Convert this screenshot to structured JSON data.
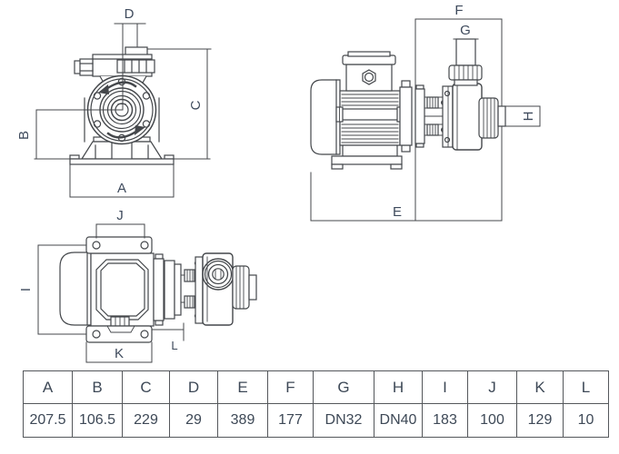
{
  "drawing": {
    "title": "pump-dimension-drawing",
    "line_color": "#44474b",
    "label_color": "#3e4a5c",
    "labels": {
      "A": "A",
      "B": "B",
      "C": "C",
      "D": "D",
      "E": "E",
      "F": "F",
      "G": "G",
      "H": "H",
      "I": "I",
      "J": "J",
      "K": "K",
      "L": "L"
    }
  },
  "table": {
    "headers": [
      "A",
      "B",
      "C",
      "D",
      "E",
      "F",
      "G",
      "H",
      "I",
      "J",
      "K",
      "L"
    ],
    "values": [
      "207.5",
      "106.5",
      "229",
      "29",
      "389",
      "177",
      "DN32",
      "DN40",
      "183",
      "100",
      "129",
      "10"
    ],
    "text_color": "#3d4856",
    "border_color": "#54575b"
  }
}
